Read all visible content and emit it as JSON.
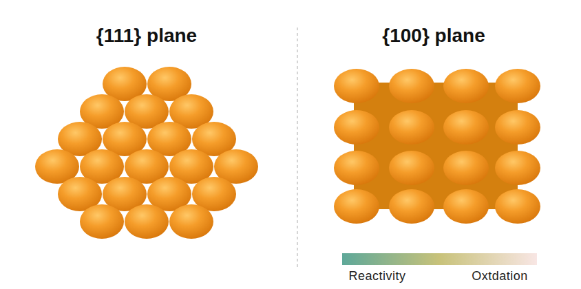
{
  "diagram": {
    "labels": [
      "{111} plane",
      "{100} plane",
      "Reactivity",
      "Oxtdation"
    ]
  }
}
